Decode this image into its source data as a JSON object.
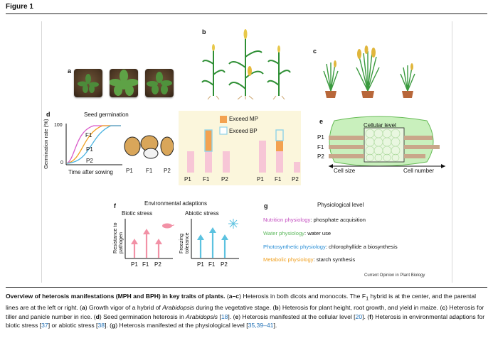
{
  "figure_label": "Figure 1",
  "panel_labels": {
    "a": "a",
    "b": "b",
    "c": "c",
    "d": "d",
    "e": "e",
    "f": "f",
    "g": "g"
  },
  "panel_d": {
    "title": "Seed germination",
    "ylabel": "Germination rate (%)",
    "xlabel": "Time after sowing",
    "y_max": "100",
    "y_min": "0",
    "curve_labels": [
      "F1",
      "P1",
      "P2"
    ],
    "seed_labels": [
      "P1",
      "F1",
      "P2"
    ]
  },
  "bar_panel": {
    "legend": [
      "Exceed MP",
      "Exceed BP"
    ],
    "groups": [
      {
        "labels": [
          "P1",
          "F1",
          "P2"
        ]
      },
      {
        "labels": [
          "P1",
          "F1",
          "P2"
        ]
      }
    ],
    "colors": {
      "base": "#f7c6d6",
      "exceed_mp": "#f3a250",
      "exceed_bp": "#8fd3e8",
      "background": "#fbf6dc"
    }
  },
  "panel_e": {
    "top_label": "Cellular level",
    "rows": [
      "P1",
      "F1",
      "P2"
    ],
    "left_axis": "Cell size",
    "right_axis": "Cell number"
  },
  "panel_f": {
    "title": "Environmental adaptions",
    "biotic_title": "Biotic stress",
    "abiotic_title": "Abiotic stress",
    "biotic_ylabel": "Resistance to pathogen",
    "abiotic_ylabel": "Freezing tolerance",
    "x_labels": [
      "P1",
      "F1",
      "P2"
    ],
    "biotic_color": "#f291a6",
    "abiotic_color": "#5cc2e0"
  },
  "panel_g": {
    "title": "Physiological level",
    "lines": [
      {
        "prefix": "Nutrition physiology",
        "suffix": ": phosphate acquisition",
        "color": "#c44fc0"
      },
      {
        "prefix": "Water physiology",
        "suffix": ": water use",
        "color": "#5cb85c"
      },
      {
        "prefix": "Photosynthetic physiology",
        "suffix": ": chlorophyllide a biosynthesis",
        "color": "#2b8fd6"
      },
      {
        "prefix": "Metabolic physiology",
        "suffix": ": starch synthesis",
        "color": "#f0a020"
      }
    ]
  },
  "source": "Current Opinion in Plant Biology",
  "caption": {
    "bold": "Overview of heterosis manifestations (MPH and BPH) in key traits of plants.",
    "t1": " (",
    "t1b": "a–c",
    "t2": ") Heterosis in both dicots and monocots. The F",
    "t2sub": "1",
    "t3": " hybrid is at the center, and the parental lines are at the left or right. (",
    "t3b": "a",
    "t4": ") Growth vigor of a hybrid of ",
    "t4i": "Arabidopsis",
    "t5": " during the vegetative stage. (",
    "t5b": "b",
    "t6": ") Heterosis for plant height, root growth, and yield in maize. (",
    "t6b": "c",
    "t7": ") Heterosis for tiller and panicle number in rice. (",
    "t7b": "d",
    "t8": ") Seed germination heterosis in ",
    "t8i": "Arabidopsis",
    "t9": " [",
    "r1": "18",
    "t10": "]. (",
    "t10b": "e",
    "t11": ") Heterosis manifested at the cellular level [",
    "r2": "20",
    "t12": "]. (",
    "t12b": "f",
    "t13": ") Heterosis in environmental adaptions for biotic stress [",
    "r3": "37",
    "t14": "] or abiotic stress [",
    "r4": "38",
    "t15": "]. (",
    "t15b": "g",
    "t16": ") Heterosis manifested at the physiological level [",
    "r5": "35,39–41",
    "t17": "]."
  }
}
